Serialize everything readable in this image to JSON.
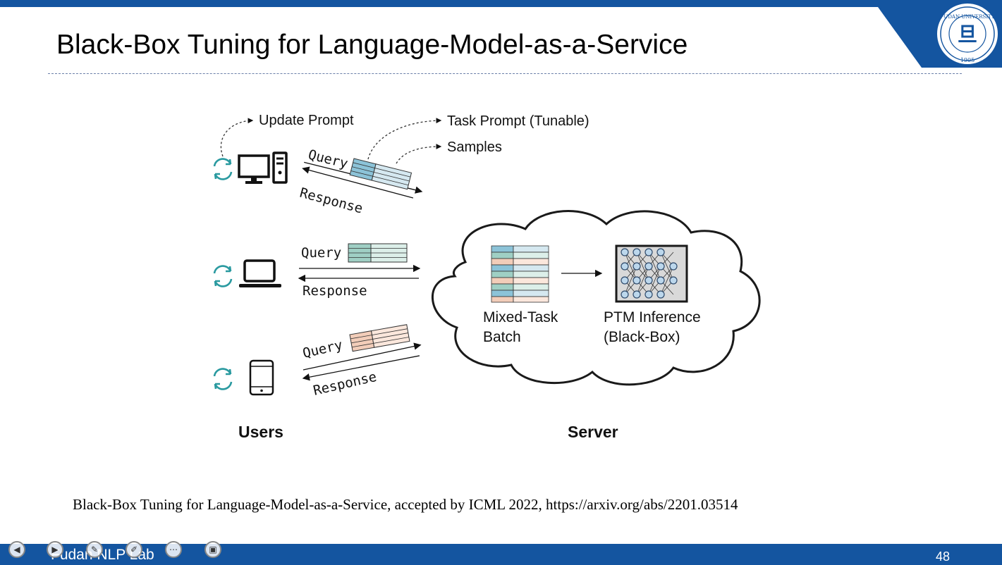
{
  "slide": {
    "title": "Black-Box Tuning for Language-Model-as-a-Service",
    "logo_text": "FUDAN UNIVERSITY",
    "logo_year": "1905",
    "citation": "Black-Box Tuning for Language-Model-as-a-Service, accepted by ICML 2022, https://arxiv.org/abs/2201.03514",
    "footer_lab": "Fudan NLP Lab",
    "page_number": "48"
  },
  "diagram": {
    "annotations": {
      "update_prompt": "Update Prompt",
      "task_prompt": "Task Prompt (Tunable)",
      "samples": "Samples"
    },
    "users": [
      {
        "device": "desktop-computer",
        "query": "Query",
        "response": "Response"
      },
      {
        "device": "laptop",
        "query": "Query",
        "response": "Response"
      },
      {
        "device": "smartphone",
        "query": "Query",
        "response": "Response"
      }
    ],
    "server": {
      "batch_label_line1": "Mixed-Task",
      "batch_label_line2": "Batch",
      "ptm_label_line1": "PTM Inference",
      "ptm_label_line2": "(Black-Box)"
    },
    "section_labels": {
      "users": "Users",
      "server": "Server"
    }
  },
  "colors": {
    "brand_blue": "#1455a0",
    "refresh_teal": "#2a9aa0",
    "prompt_blue": "#8cc3d8",
    "sample_blue": "#d5e8f0",
    "prompt_green": "#9fcfc4",
    "sample_green": "#dcefe9",
    "prompt_peach": "#f2cdb9",
    "sample_peach": "#fbe7dc"
  },
  "presentation_controls": [
    "previous-icon",
    "next-icon",
    "pen-icon",
    "edit-icon",
    "more-icon",
    "screen-icon"
  ]
}
